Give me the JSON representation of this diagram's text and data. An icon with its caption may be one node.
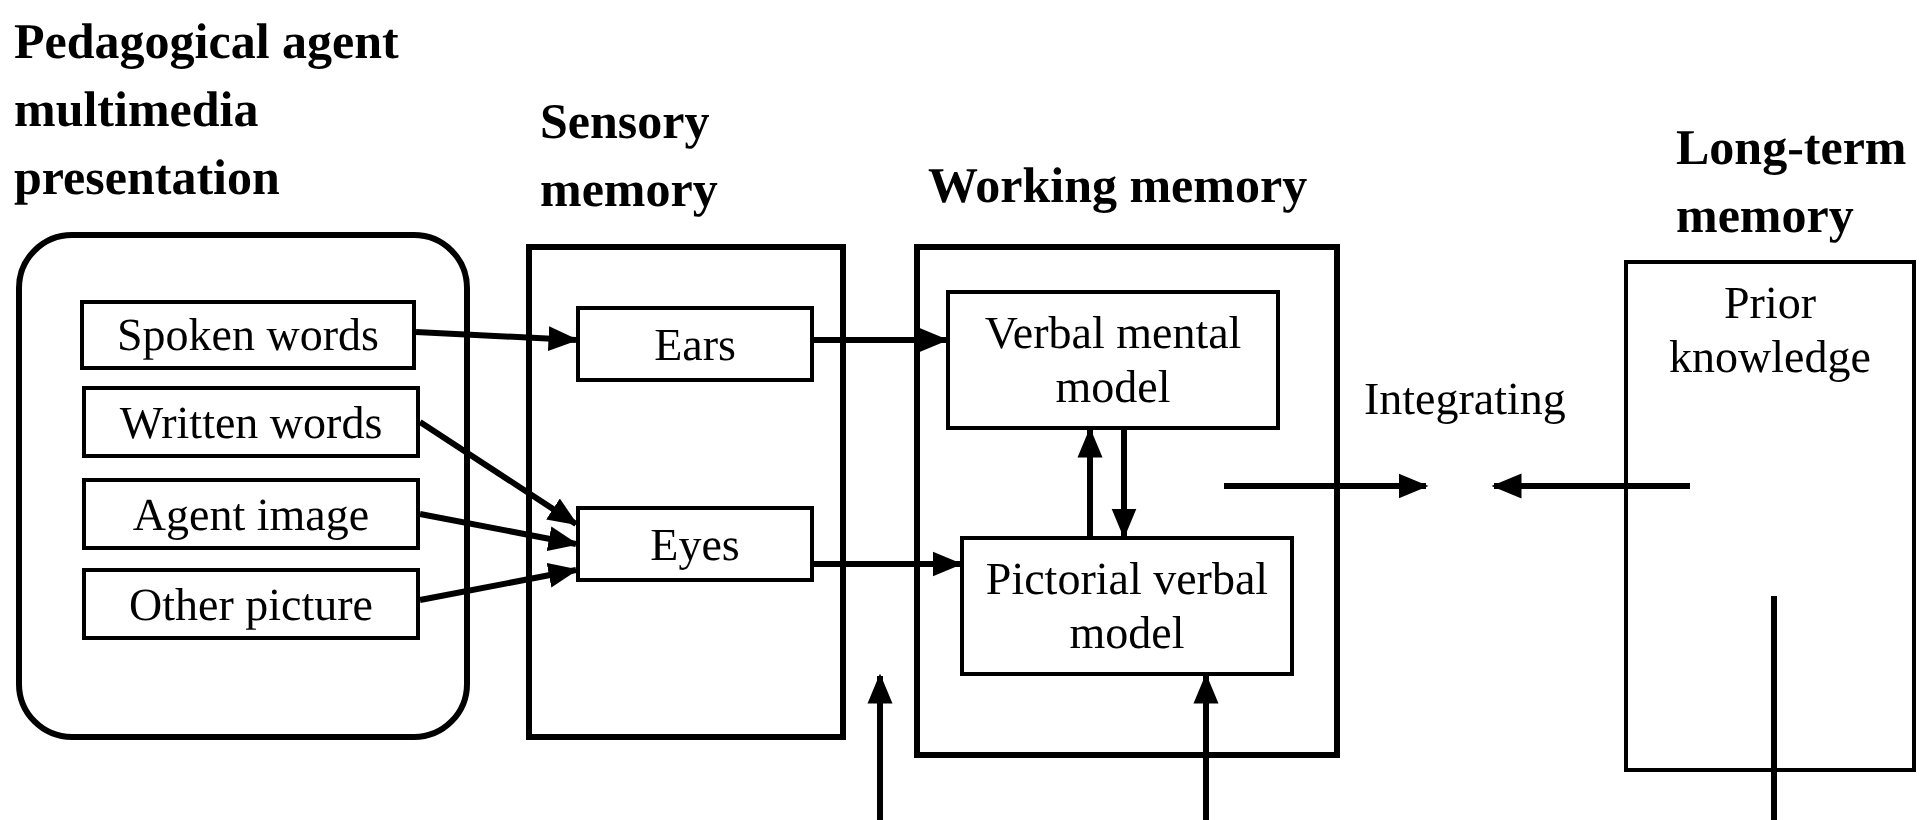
{
  "diagram": {
    "nodes": [
      {
        "text": [
          "Pedagogical agent multimedia presentation"
        ]
      },
      {
        "text": [
          "Spoken words"
        ],
        "in": 0
      },
      {
        "text": [
          "Written words"
        ],
        "in": 0
      },
      {
        "text": [
          "Agent image"
        ],
        "in": 0
      },
      {
        "text": [
          "Other picture"
        ],
        "in": 0
      },
      {
        "text": [
          "Sensory memory"
        ]
      },
      {
        "text": [
          "Ears"
        ],
        "in": 5
      },
      {
        "text": [
          "Eyes"
        ],
        "in": 5
      },
      {
        "text": [
          "Working memory"
        ]
      },
      {
        "text": [
          "Verbal mental model"
        ],
        "in": 8
      },
      {
        "text": [
          "Pictorial verbal model"
        ],
        "in": 8
      },
      {
        "text": [
          "Long-term memory",
          "Prior knowledge"
        ]
      }
    ],
    "edges": [
      {
        "from": 1,
        "to": 6,
        "arrow": "to"
      },
      {
        "from": 2,
        "to": 7,
        "arrow": "to"
      },
      {
        "from": 3,
        "to": 7,
        "arrow": "to"
      },
      {
        "from": 4,
        "to": 7,
        "arrow": "to"
      },
      {
        "from": 6,
        "to": 9,
        "arrow": "to"
      },
      {
        "from": 7,
        "to": 10,
        "arrow": "to"
      },
      {
        "from": 10,
        "to": 9,
        "arrow": "to"
      },
      {
        "from": 9,
        "to": 10,
        "arrow": "to"
      },
      {
        "from": 8,
        "to": null,
        "arrow": "to"
      },
      {
        "from": 11,
        "to": null,
        "arrow": "to"
      },
      {
        "from": null,
        "to": 10,
        "arrow": "to"
      }
    ],
    "labels": [
      "Integrating"
    ]
  }
}
